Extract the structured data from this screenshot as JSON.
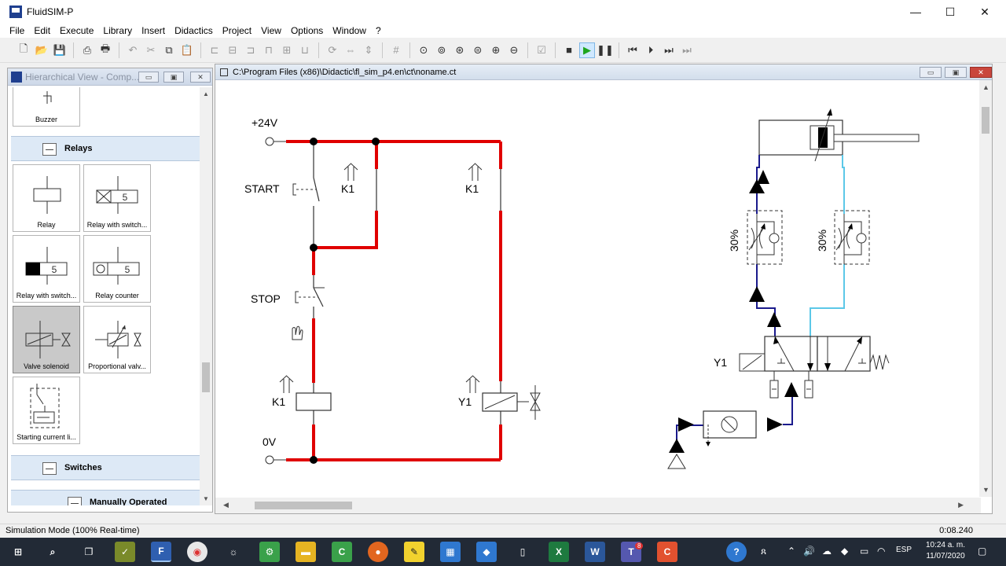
{
  "window": {
    "title": "FluidSIM-P",
    "minimize": "—",
    "maximize": "☐",
    "close": "✕"
  },
  "menu": [
    "File",
    "Edit",
    "Execute",
    "Library",
    "Insert",
    "Didactics",
    "Project",
    "View",
    "Options",
    "Window",
    "?"
  ],
  "library_panel": {
    "title": "Hierarchical View - Comp...",
    "tiles": {
      "buzzer": "Buzzer",
      "relay": "Relay",
      "relay_with_switch_1": "Relay with switch...",
      "relay_with_switch_2": "Relay with switch...",
      "relay_counter": "Relay counter",
      "valve_solenoid": "Valve solenoid",
      "proportional_valve": "Proportional valv...",
      "starting_current": "Starting current li..."
    },
    "relay_counter_value": "5",
    "groups": {
      "relays": "Relays",
      "switches": "Switches",
      "manually_operated": "Manually Operated"
    }
  },
  "document": {
    "title": "C:\\Program Files (x86)\\Didactic\\fl_sim_p4.en\\ct\\noname.ct"
  },
  "circuit": {
    "supply_pos": "+24V",
    "supply_neg": "0V",
    "start": "START",
    "stop": "STOP",
    "k1": "K1",
    "y1": "Y1",
    "throttle_percent": "30%"
  },
  "status": {
    "mode": "Simulation Mode (100% Real-time)",
    "time": "0:08.240"
  },
  "taskbar": {
    "lang": "ESP",
    "time": "10:24 a. m.",
    "date": "11/07/2020",
    "teams_badge": "8"
  },
  "colors": {
    "live_wire": "#e00000",
    "pressure_line": "#1a1a8c",
    "exhaust_line": "#5cc8e8"
  }
}
